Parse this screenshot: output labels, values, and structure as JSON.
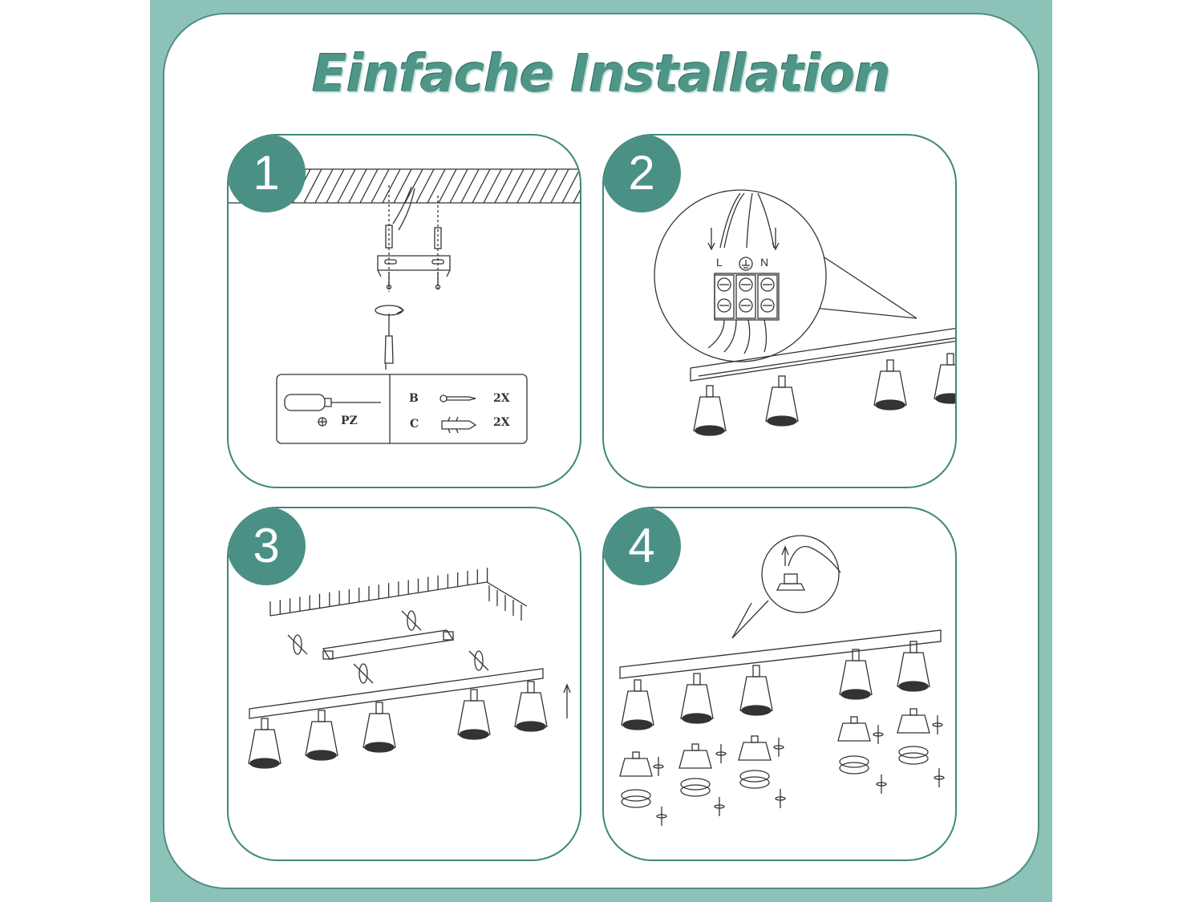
{
  "title": "Einfache Installation",
  "colors": {
    "frame": "#8cc2b8",
    "accent": "#4b9085",
    "panel_border": "#3f877b",
    "line": "#333333"
  },
  "steps": [
    {
      "number": "1",
      "tool_label": "PZ",
      "parts": [
        {
          "letter": "B",
          "qty": "2X",
          "icon": "screw-icon"
        },
        {
          "letter": "C",
          "qty": "2X",
          "icon": "wall-plug-icon"
        }
      ]
    },
    {
      "number": "2",
      "terminals": [
        "L",
        "N"
      ]
    },
    {
      "number": "3"
    },
    {
      "number": "4"
    }
  ]
}
